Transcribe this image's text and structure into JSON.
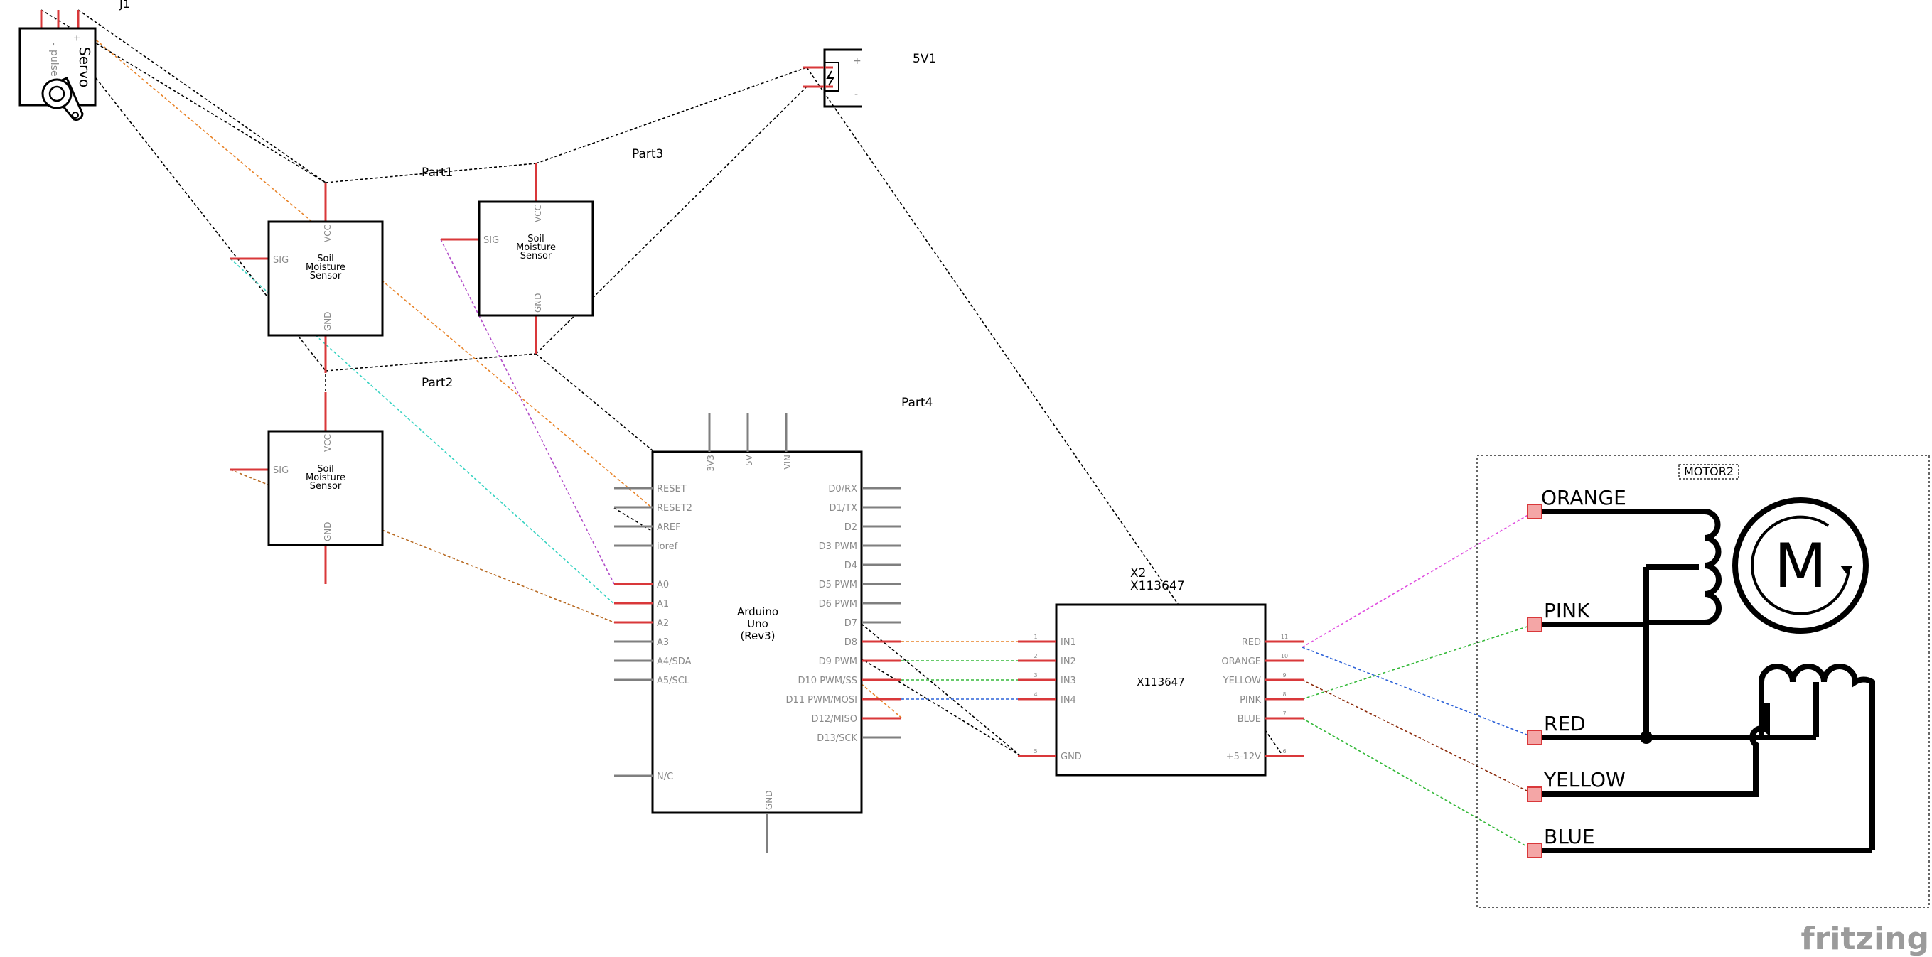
{
  "parts": {
    "servo": {
      "ref": "J1",
      "title": "Servo",
      "pin_minus": "-",
      "pin_pulse": "pulse",
      "pin_plus": "+"
    },
    "power": {
      "ref": "5V1",
      "plus": "+",
      "minus": "-"
    },
    "soil1": {
      "ref": "Part1",
      "name_lines": [
        "Soil",
        "Moisture",
        "Sensor"
      ],
      "sig": "SIG",
      "vcc": "VCC",
      "gnd": "GND"
    },
    "soil2": {
      "ref": "Part2",
      "name_lines": [
        "Soil",
        "Moisture",
        "Sensor"
      ],
      "sig": "SIG",
      "vcc": "VCC",
      "gnd": "GND"
    },
    "soil3": {
      "ref": "Part3",
      "name_lines": [
        "Soil",
        "Moisture",
        "Sensor"
      ],
      "sig": "SIG",
      "vcc": "VCC",
      "gnd": "GND"
    },
    "arduino": {
      "ref": "Part4",
      "name_lines": [
        "Arduino",
        "Uno",
        "(Rev3)"
      ],
      "top_pins": [
        "3V3",
        "5V",
        "VIN"
      ],
      "left_pins": [
        "RESET",
        "RESET2",
        "AREF",
        "ioref",
        "A0",
        "A1",
        "A2",
        "A3",
        "A4/SDA",
        "A5/SCL",
        "N/C"
      ],
      "right_pins": [
        "D0/RX",
        "D1/TX",
        "D2",
        "D3 PWM",
        "D4",
        "D5 PWM",
        "D6 PWM",
        "D7",
        "D8",
        "D9 PWM",
        "D10 PWM/SS",
        "D11 PWM/MOSI",
        "D12/MISO",
        "D13/SCK"
      ],
      "bottom_pin": "GND"
    },
    "driver": {
      "ref": "X2",
      "part": "X113647",
      "body_label": "X113647",
      "left_pins": [
        "IN1",
        "IN2",
        "IN3",
        "IN4",
        "GND"
      ],
      "left_nums": [
        "1",
        "2",
        "3",
        "4",
        "5"
      ],
      "right_pins": [
        "RED",
        "ORANGE",
        "YELLOW",
        "PINK",
        "BLUE",
        "+5-12V"
      ],
      "right_nums": [
        "11",
        "10",
        "9",
        "8",
        "7",
        "6"
      ]
    },
    "motor": {
      "ref": "MOTOR2",
      "wires": [
        "ORANGE",
        "PINK",
        "RED",
        "YELLOW",
        "BLUE"
      ],
      "symbol": "M"
    }
  },
  "brand": "fritzing",
  "colors": {
    "pin_red": "#d9383a",
    "pin_gray": "#7f7f7f",
    "wire_orange": "#e8842a",
    "wire_cyan": "#39d3c2",
    "wire_purple": "#b24fc9",
    "wire_brown": "#b86b24",
    "wire_green": "#35b93a",
    "wire_blue": "#2f63d8",
    "wire_magenta": "#e04ee0",
    "wire_darkred": "#8b2a0a",
    "wire_black": "#000000"
  }
}
